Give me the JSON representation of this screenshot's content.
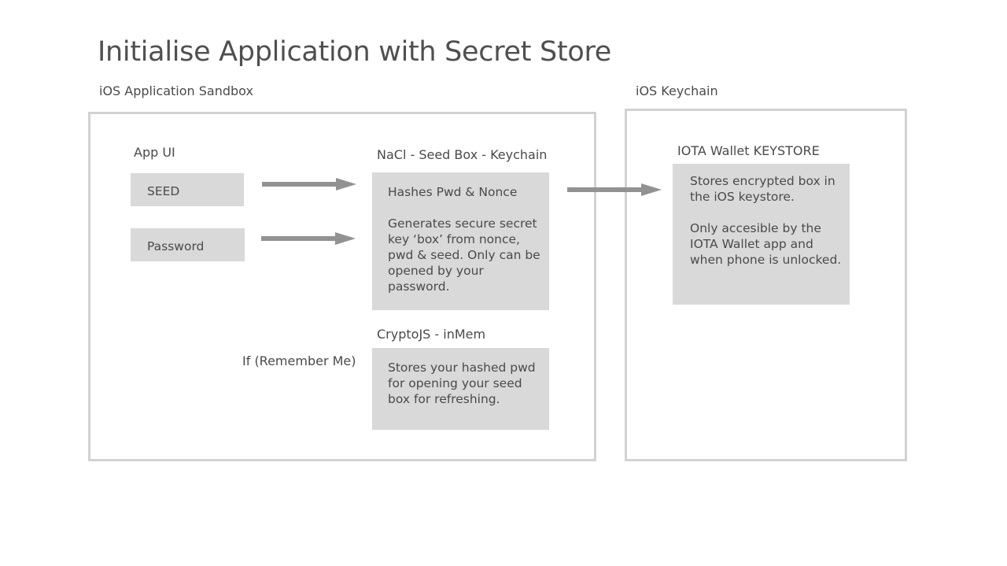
{
  "title": "Initialise Application with Secret Store",
  "sandbox": {
    "label": "iOS Application Sandbox",
    "app_ui": {
      "label": "App UI",
      "seed_label": "SEED",
      "password_label": "Password"
    },
    "nacl": {
      "label": "NaCl - Seed Box - Keychain",
      "text": "Hashes Pwd & Nonce\n\nGenerates secure secret key ‘box’ from nonce, pwd & seed. Only can be opened by your password."
    },
    "condition": "If (Remember Me)",
    "cryptojs": {
      "label": "CryptoJS - inMem",
      "text": "Stores your hashed pwd for opening your seed box for refreshing."
    }
  },
  "keychain": {
    "label": "iOS Keychain",
    "keystore": {
      "label": "IOTA Wallet KEYSTORE",
      "text": "Stores encrypted box in the iOS keystore.\n\nOnly accesible by the IOTA Wallet app and when phone is unlocked."
    }
  },
  "colors": {
    "frame": "#d2d2d2",
    "box": "#d9d9d9",
    "arrow": "#929292",
    "text": "#4a4a4a"
  }
}
